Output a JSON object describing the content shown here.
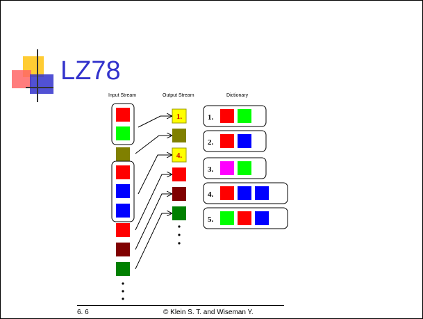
{
  "slide": {
    "title": "LZ78",
    "footer_page": "6. 6",
    "footer_copyright": "© Klein S. T. and Wiseman Y."
  },
  "columns": {
    "input": "Input Stream",
    "output": "Output Stream",
    "dictionary": "Dictionary"
  },
  "colors": {
    "red": "#ff0000",
    "green": "#00ff00",
    "olive": "#808000",
    "blue": "#0000ff",
    "maroon": "#800000",
    "darkgreen": "#008000",
    "magenta": "#ff00ff",
    "yellow": "#ffff00",
    "title": "#3333cc"
  },
  "input_stream": [
    "red",
    "green",
    "olive",
    "red",
    "blue",
    "blue",
    "red",
    "maroon",
    "darkgreen"
  ],
  "input_groups": [
    [
      0,
      1
    ],
    [
      3,
      5
    ]
  ],
  "output_stream": [
    {
      "label": "1.",
      "color": "yellow"
    },
    {
      "color": "olive"
    },
    {
      "label": "4.",
      "color": "yellow"
    },
    {
      "color": "red"
    },
    {
      "color": "maroon"
    },
    {
      "color": "darkgreen"
    }
  ],
  "dictionary": [
    {
      "label": "1.",
      "colors": [
        "red",
        "green"
      ]
    },
    {
      "label": "2.",
      "colors": [
        "red",
        "blue"
      ]
    },
    {
      "label": "3.",
      "colors": [
        "magenta",
        "green"
      ]
    },
    {
      "label": "4.",
      "colors": [
        "red",
        "blue",
        "blue"
      ]
    },
    {
      "label": "5.",
      "colors": [
        "green",
        "red",
        "blue"
      ]
    }
  ],
  "continuation": "⋮"
}
